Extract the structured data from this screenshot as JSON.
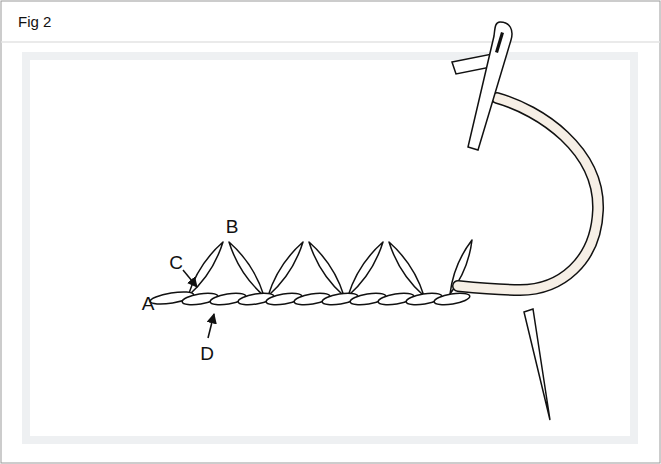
{
  "diagram": {
    "title": "Fig 2",
    "labels": [
      "B",
      "C",
      "A",
      "D"
    ]
  }
}
